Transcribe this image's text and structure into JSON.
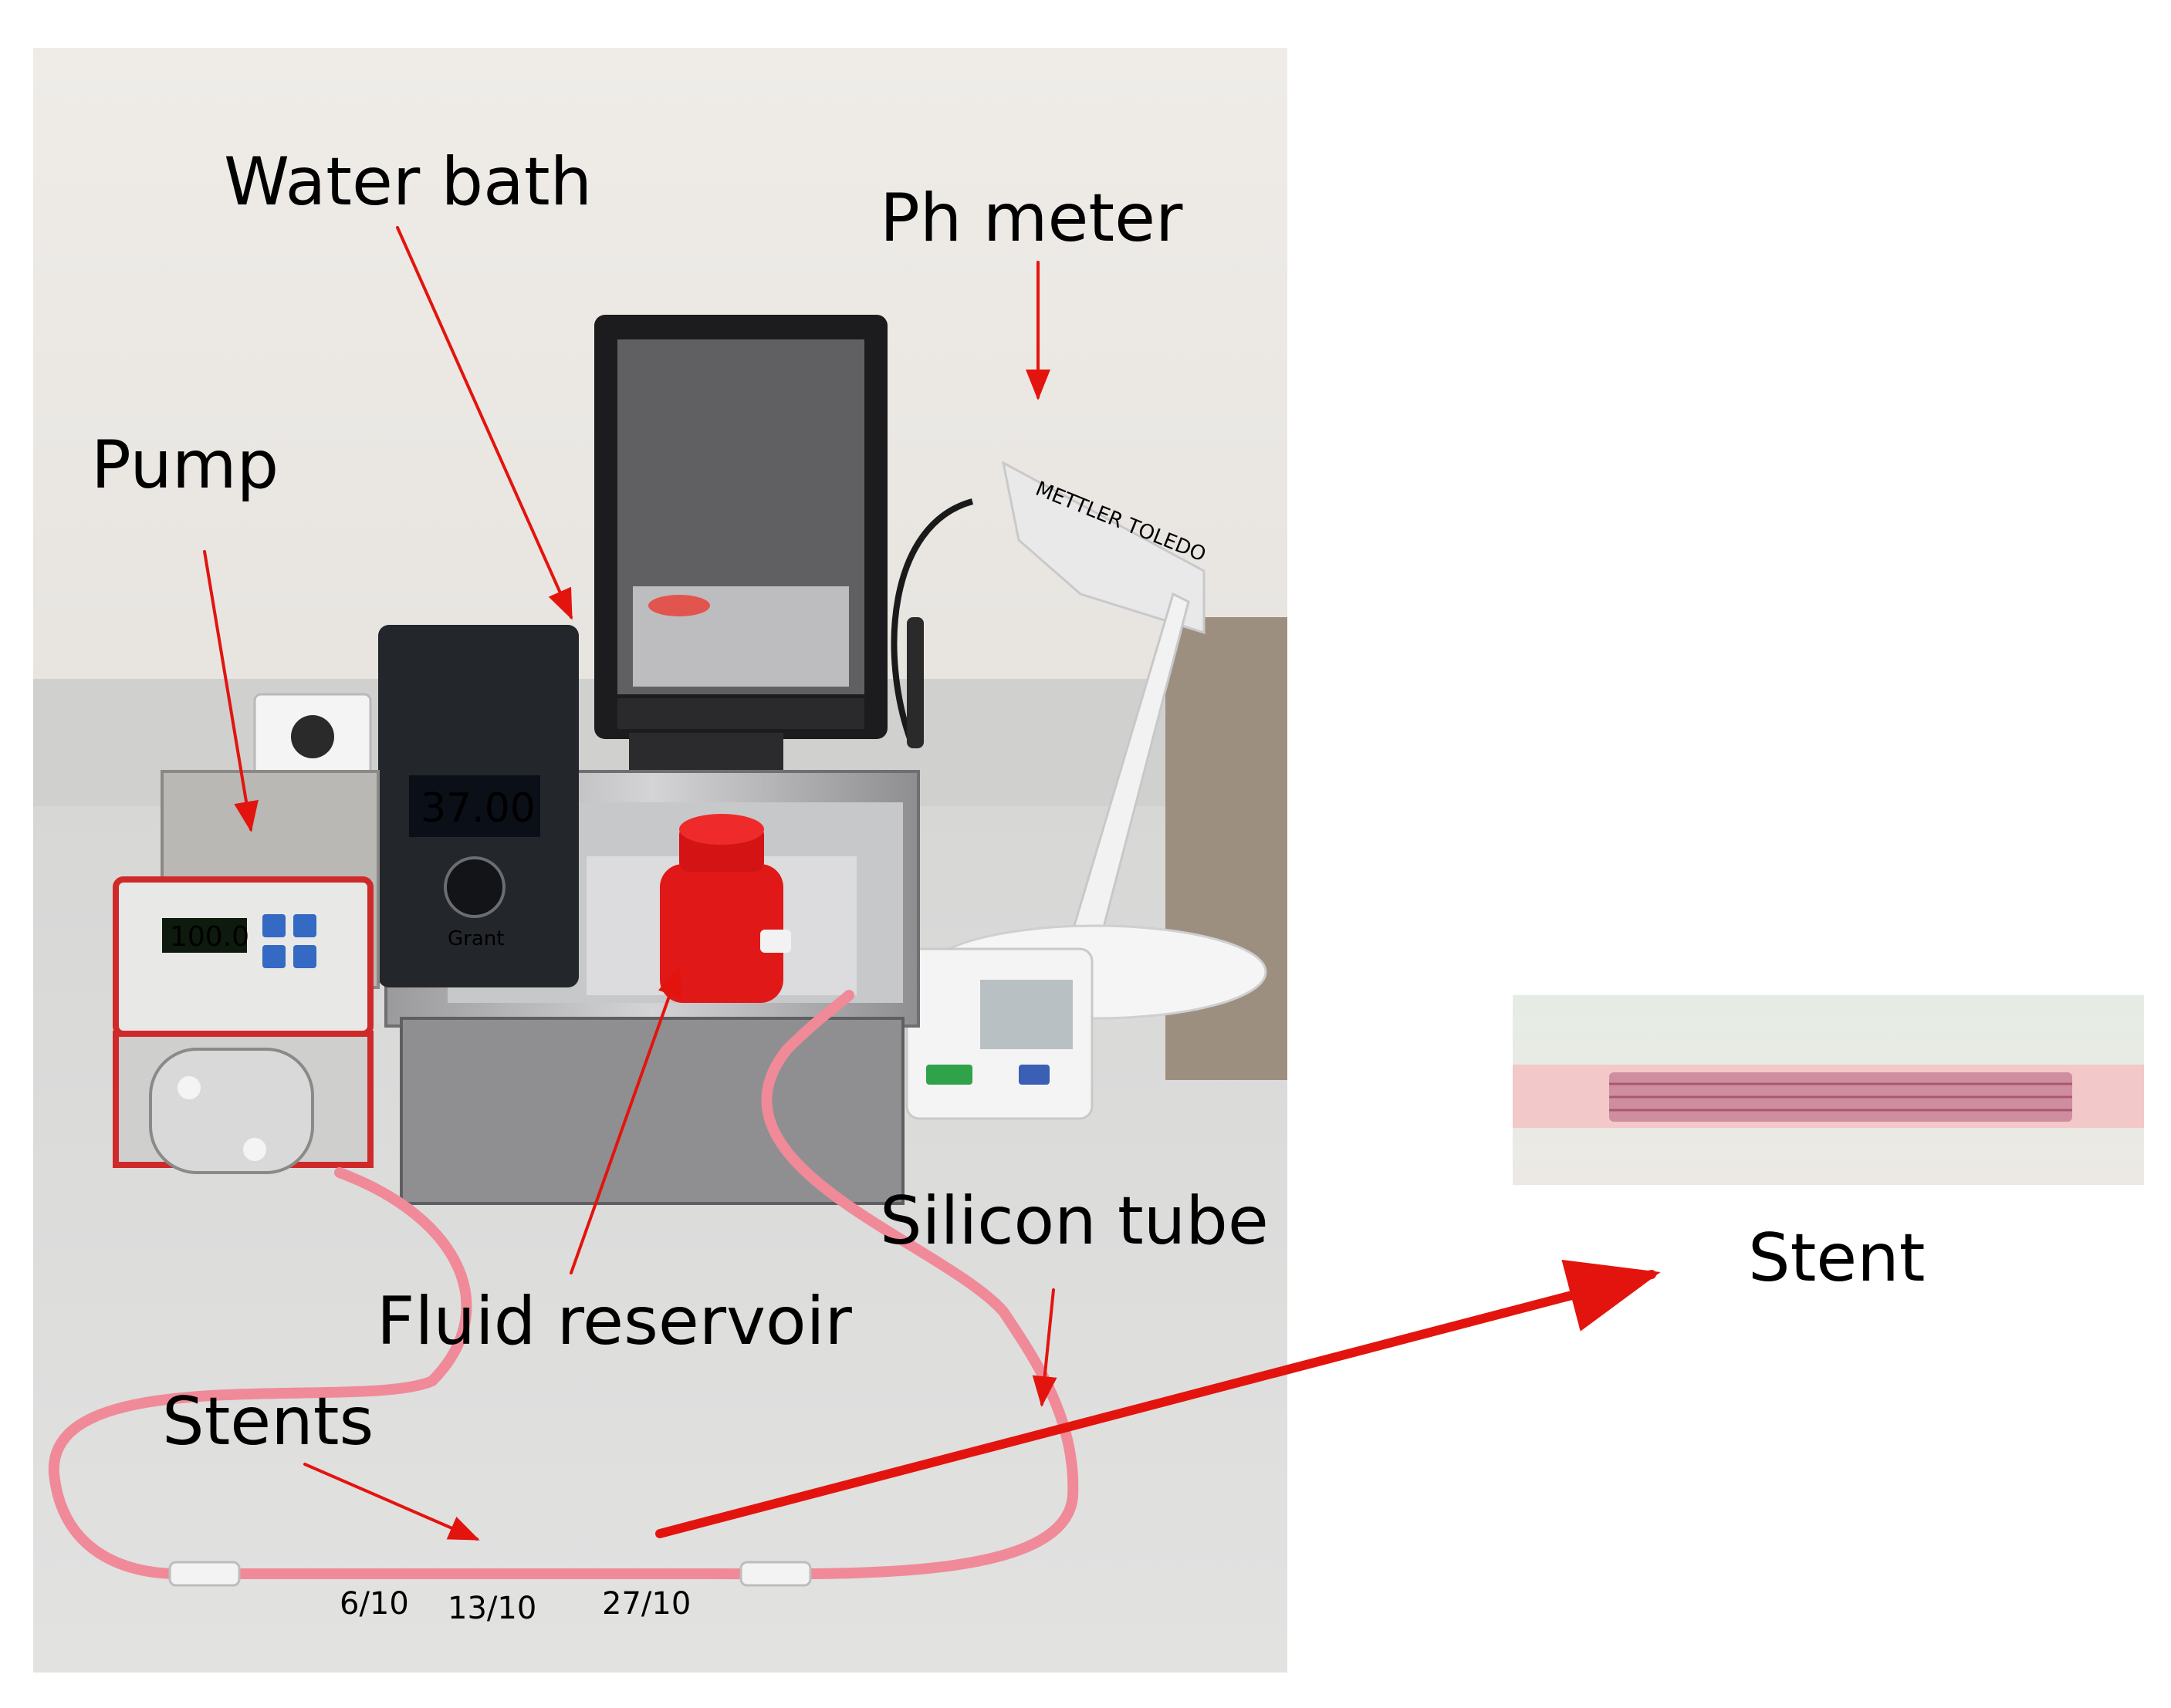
{
  "labels": {
    "water_bath": "Water bath",
    "ph_meter": "Ph meter",
    "pump": "Pump",
    "silicon_tube": "Silicon tube",
    "fluid_reservoir": "Fluid reservoir",
    "stents": "Stents",
    "stent": "Stent"
  },
  "dates": [
    "6/10",
    "13/10",
    "27/10"
  ],
  "device_text": {
    "bath_display": "37.00",
    "bath_brand": "Grant",
    "pump_display": "100.0",
    "ph_brand": "METTLER TOLEDO"
  },
  "colors": {
    "annotation_arrow": "#e3140e",
    "tubing": "#f08a98",
    "reservoir": "#e01818",
    "wall": "#efece8",
    "bench": "#dcdcdb"
  }
}
